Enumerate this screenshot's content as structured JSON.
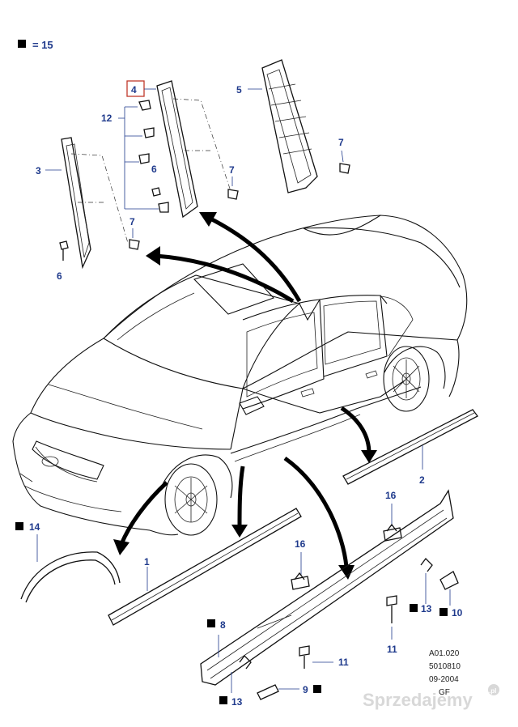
{
  "legend": {
    "text": "= 15"
  },
  "callouts": {
    "c1": "1",
    "c2": "2",
    "c3": "3",
    "c4": "4",
    "c5": "5",
    "c6a": "6",
    "c6b": "6",
    "c7a": "7",
    "c7b": "7",
    "c7c": "7",
    "c8": "8",
    "c9": "9",
    "c10": "10",
    "c11a": "11",
    "c11b": "11",
    "c12": "12",
    "c13a": "13",
    "c13b": "13",
    "c14": "14",
    "c16a": "16",
    "c16b": "16"
  },
  "reference": {
    "line1": "A01.020",
    "line2": "5010810",
    "line3": "09-2004",
    "line4": "GF"
  },
  "watermark": {
    "text": "Sprzedajemy",
    "badge": ".pl"
  },
  "colors": {
    "callout": "#1f3a8c",
    "highlight_box": "#c0392b",
    "line": "#111111"
  }
}
